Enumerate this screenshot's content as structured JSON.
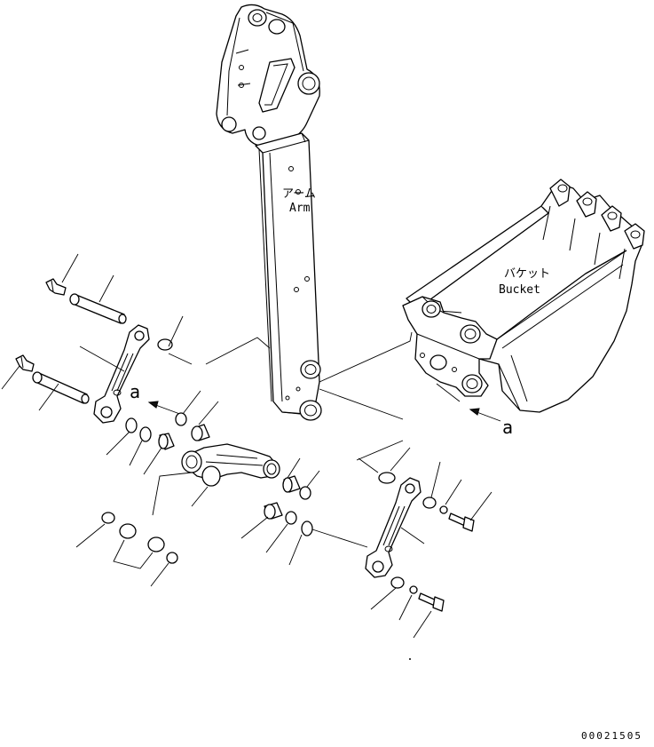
{
  "diagram": {
    "labels": {
      "arm_jp": "アーム",
      "arm_en": "Arm",
      "bucket_jp": "バケット",
      "bucket_en": "Bucket",
      "ref_a_left": "a",
      "ref_a_right": "a"
    },
    "document_number": "00021505"
  }
}
